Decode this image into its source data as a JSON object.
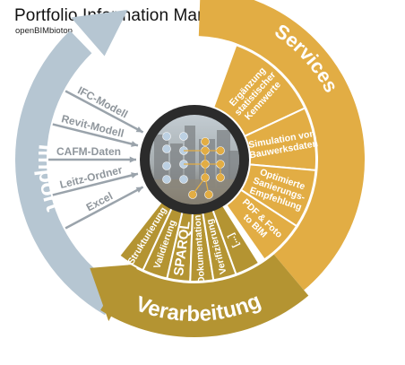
{
  "header": {
    "title": "Portfolio Information Management",
    "subtitle": "openBIMbiotop"
  },
  "import": {
    "label": "Import",
    "items": [
      "Excel",
      "Leitz-Ordner",
      "CAFM-Daten",
      "Revit-Modell",
      "IFC-Modell"
    ]
  },
  "processing": {
    "label": "Verarbeitung",
    "items": [
      "Strukturierung",
      "Validierung",
      "SPARQL",
      "Dokumentation",
      "Verifizierung",
      "[...]"
    ]
  },
  "services": {
    "label": "Services",
    "items": [
      [
        "Ergänzung",
        "statistischer",
        "Kennwerte"
      ],
      [
        "Simulation von",
        "Bauwerksdaten"
      ],
      [
        "Optimierte",
        "Sanierungs-",
        "Empfehlung"
      ],
      [
        "PDF & Foto",
        "to BIM"
      ]
    ]
  },
  "colors": {
    "import": "#b6c6d2",
    "processing": "#b49432",
    "services": "#e2ad44",
    "ring": "#2b2b2b"
  }
}
